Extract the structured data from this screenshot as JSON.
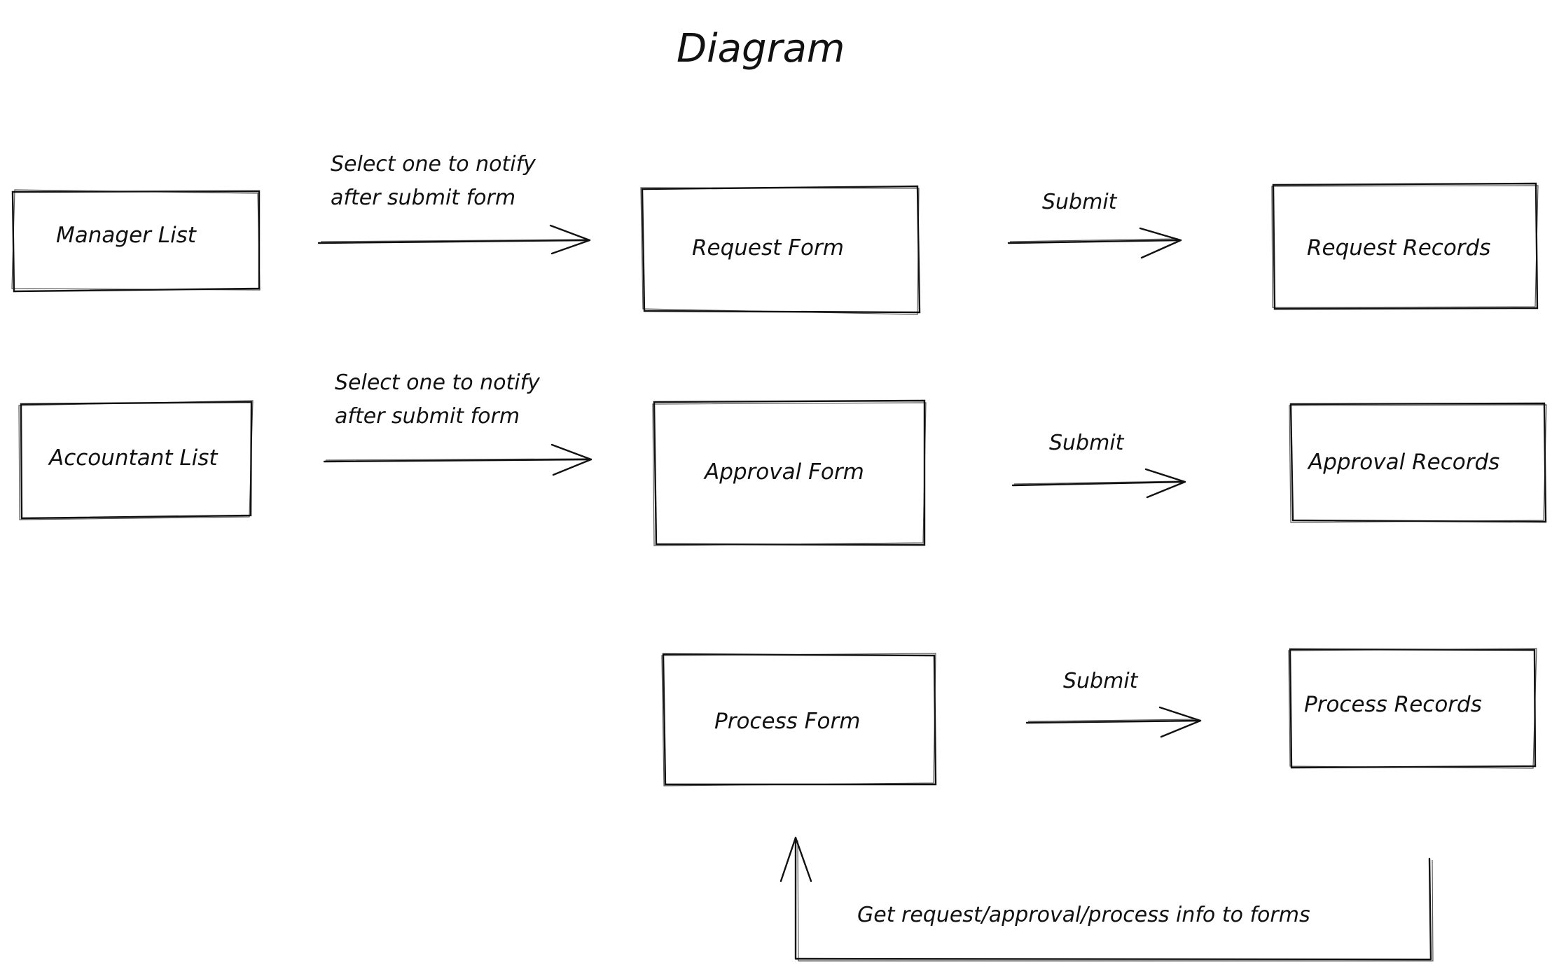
{
  "diagram": {
    "title": "Diagram",
    "nodes": {
      "manager_list": "Manager List",
      "accountant_list": "Accountant List",
      "request_form": "Request Form",
      "approval_form": "Approval Form",
      "process_form": "Process Form",
      "request_records": "Request Records",
      "approval_records": "Approval Records",
      "process_records": "Process Records"
    },
    "edges": {
      "manager_to_request": [
        "Select one to notify",
        "after submit form"
      ],
      "accountant_to_approval": [
        "Select one to notify",
        "after submit form"
      ],
      "request_submit": "Submit",
      "approval_submit": "Submit",
      "process_submit": "Submit",
      "records_to_forms": "Get request/approval/process info to forms"
    }
  }
}
